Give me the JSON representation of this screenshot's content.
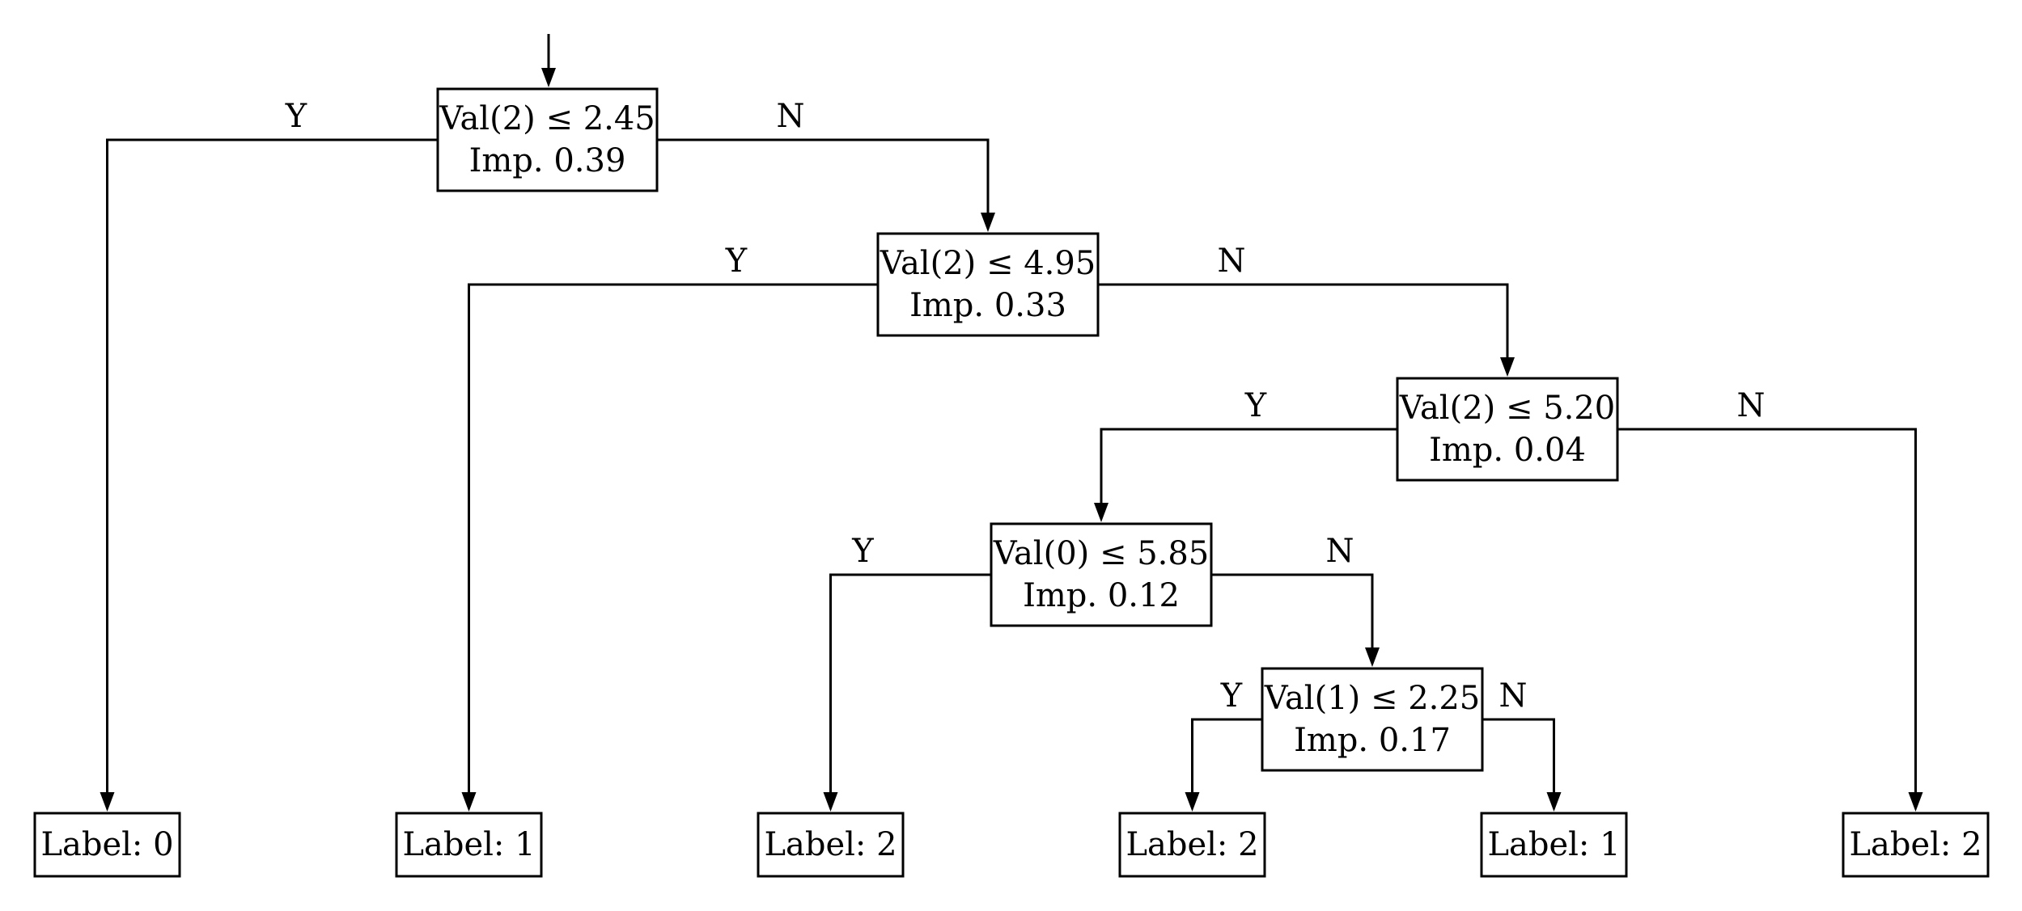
{
  "tree": {
    "nodes": [
      {
        "id": "n0",
        "kind": "split",
        "condition": "Val(2) ≤ 2.45",
        "impurity": "Imp. 0.39"
      },
      {
        "id": "n1",
        "kind": "split",
        "condition": "Val(2) ≤ 4.95",
        "impurity": "Imp. 0.33"
      },
      {
        "id": "n2",
        "kind": "split",
        "condition": "Val(2) ≤ 5.20",
        "impurity": "Imp. 0.04"
      },
      {
        "id": "n3",
        "kind": "split",
        "condition": "Val(0) ≤ 5.85",
        "impurity": "Imp. 0.12"
      },
      {
        "id": "n4",
        "kind": "split",
        "condition": "Val(1) ≤ 2.25",
        "impurity": "Imp. 0.17"
      },
      {
        "id": "l0",
        "kind": "leaf",
        "label": "Label: 0"
      },
      {
        "id": "l1",
        "kind": "leaf",
        "label": "Label: 1"
      },
      {
        "id": "l2",
        "kind": "leaf",
        "label": "Label: 2"
      },
      {
        "id": "l3",
        "kind": "leaf",
        "label": "Label: 2"
      },
      {
        "id": "l4",
        "kind": "leaf",
        "label": "Label: 1"
      },
      {
        "id": "l5",
        "kind": "leaf",
        "label": "Label: 2"
      }
    ],
    "edges": [
      {
        "from": "n0",
        "to": "l0",
        "branch": "Y"
      },
      {
        "from": "n0",
        "to": "n1",
        "branch": "N"
      },
      {
        "from": "n1",
        "to": "l1",
        "branch": "Y"
      },
      {
        "from": "n1",
        "to": "n2",
        "branch": "N"
      },
      {
        "from": "n2",
        "to": "n3",
        "branch": "Y"
      },
      {
        "from": "n2",
        "to": "l5",
        "branch": "N"
      },
      {
        "from": "n3",
        "to": "l2",
        "branch": "Y"
      },
      {
        "from": "n3",
        "to": "n4",
        "branch": "N"
      },
      {
        "from": "n4",
        "to": "l3",
        "branch": "Y"
      },
      {
        "from": "n4",
        "to": "l4",
        "branch": "N"
      }
    ]
  }
}
